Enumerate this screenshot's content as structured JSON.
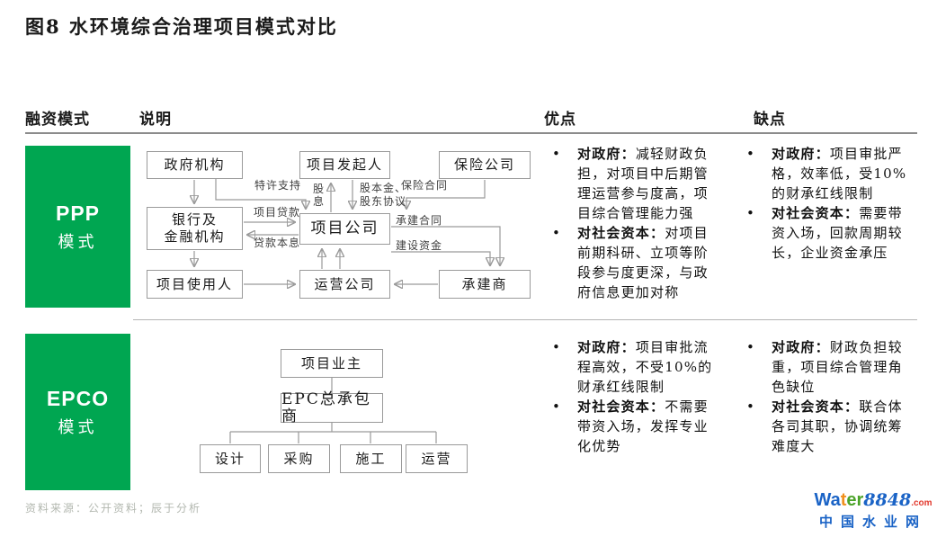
{
  "title": "图8  水环境综合治理项目模式对比",
  "header": {
    "financing": "融资模式",
    "description": "说明",
    "pros": "优点",
    "cons": "缺点"
  },
  "ppp": {
    "name_en": "PPP",
    "name_cn": "模式",
    "nodes": {
      "government": "政府机构",
      "sponsor": "项目发起人",
      "insurance": "保险公司",
      "bank_line1": "银行及",
      "bank_line2": "金融机构",
      "spv": "项目公司",
      "user": "项目使用人",
      "operator": "运营公司",
      "contractor": "承建商"
    },
    "edge_labels": {
      "license": "特许支持",
      "dividend": "股息",
      "equity_line1": "股本金、",
      "equity_line2": "股东协议",
      "insurance_contract": "保险合同",
      "loan": "项目贷款",
      "repayment": "贷款本息",
      "construction_contract": "承建合同",
      "construction_fund": "建设资金"
    },
    "pros": [
      {
        "label": "对政府：",
        "text": "减轻财政负担，对项目中后期管理运营参与度高，项目综合管理能力强"
      },
      {
        "label": "对社会资本：",
        "text": "对项目前期科研、立项等阶段参与度更深，与政府信息更加对称"
      }
    ],
    "cons": [
      {
        "label": "对政府：",
        "text": "项目审批严格，效率低，受10%的财承红线限制"
      },
      {
        "label": "对社会资本：",
        "text": "需要带资入场，回款周期较长，企业资金承压"
      }
    ]
  },
  "epco": {
    "name_en": "EPCO",
    "name_cn": "模式",
    "nodes": {
      "owner": "项目业主",
      "epc": "EPC总承包商",
      "children": [
        "设计",
        "采购",
        "施工",
        "运营"
      ]
    },
    "pros": [
      {
        "label": "对政府：",
        "text": "项目审批流程高效，不受10%的财承红线限制"
      },
      {
        "label": "对社会资本：",
        "text": "不需要带资入场，发挥专业化优势"
      }
    ],
    "cons": [
      {
        "label": "对政府：",
        "text": "财政负担较重，项目综合管理角色缺位"
      },
      {
        "label": "对社会资本：",
        "text": "联合体各司其职，协调统筹难度大"
      }
    ]
  },
  "footer": {
    "source": "资料来源：公开资料；辰于分析"
  },
  "logo": {
    "part_wa": "Wa",
    "part_t": "t",
    "part_er": "er",
    "number": "8848",
    "tld": ".com",
    "cn_name": "中国水业网"
  },
  "colors": {
    "brand_green": "#00A651",
    "diagram_line": "#9a9a9a",
    "header_rule": "#8c8c8c",
    "footer_text": "#b3b8b0",
    "logo_blue": "#1a63c6",
    "logo_orange": "#f0901e",
    "logo_green": "#4ca32a",
    "logo_red": "#e23a2e"
  }
}
